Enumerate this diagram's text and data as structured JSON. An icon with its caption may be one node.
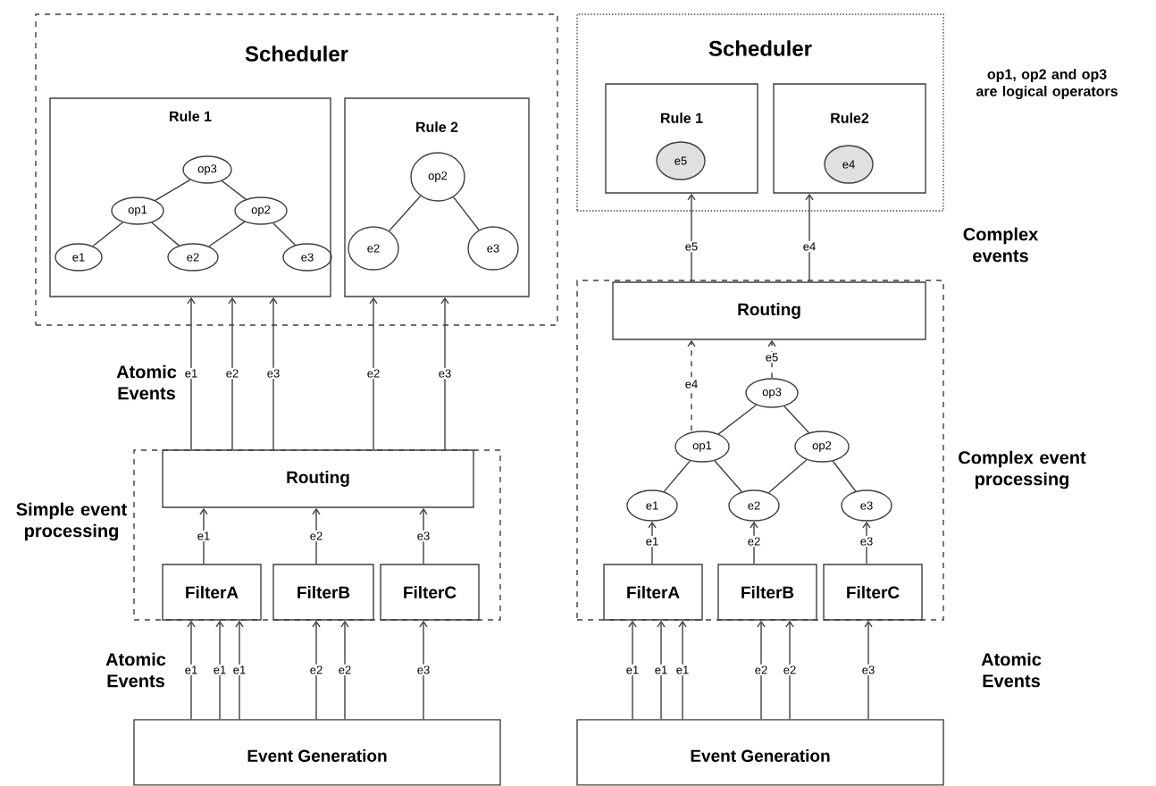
{
  "diagram": {
    "nodes": [
      {
        "text": [
          "Scheduler"
        ]
      },
      {
        "text": [
          "Rule 1"
        ],
        "in": 0
      },
      {
        "text": [
          "op3"
        ],
        "in": 1
      },
      {
        "text": [
          "op1"
        ],
        "in": 1
      },
      {
        "text": [
          "op2"
        ],
        "in": 1
      },
      {
        "text": [
          "e1"
        ],
        "in": 1
      },
      {
        "text": [
          "e2"
        ],
        "in": 1
      },
      {
        "text": [
          "e3"
        ],
        "in": 1
      },
      {
        "text": [
          "Rule 2"
        ],
        "in": 0
      },
      {
        "text": [
          "op2"
        ],
        "in": 8
      },
      {
        "text": [
          "e2"
        ],
        "in": 8
      },
      {
        "text": [
          "e3"
        ],
        "in": 8
      },
      {
        "text": [
          "Simple event processing"
        ]
      },
      {
        "text": [
          "Routing"
        ],
        "in": 12
      },
      {
        "text": [
          "FilterA"
        ],
        "in": 12
      },
      {
        "text": [
          "FilterB"
        ],
        "in": 12
      },
      {
        "text": [
          "FilterC"
        ],
        "in": 12
      },
      {
        "text": [
          "Event Generation"
        ]
      },
      {
        "text": [
          "Scheduler"
        ]
      },
      {
        "text": [
          "Rule 1"
        ],
        "in": 18
      },
      {
        "text": [
          "e5"
        ],
        "in": 19
      },
      {
        "text": [
          "Rule2"
        ],
        "in": 18
      },
      {
        "text": [
          "e4"
        ],
        "in": 21
      },
      {
        "text": [
          "Complex event processing"
        ]
      },
      {
        "text": [
          "Routing"
        ],
        "in": 23
      },
      {
        "text": [
          "op3"
        ],
        "in": 23
      },
      {
        "text": [
          "op1"
        ],
        "in": 23
      },
      {
        "text": [
          "op2"
        ],
        "in": 23
      },
      {
        "text": [
          "e1"
        ],
        "in": 23
      },
      {
        "text": [
          "e2"
        ],
        "in": 23
      },
      {
        "text": [
          "e3"
        ],
        "in": 23
      },
      {
        "text": [
          "FilterA"
        ],
        "in": 23
      },
      {
        "text": [
          "FilterB"
        ],
        "in": 23
      },
      {
        "text": [
          "FilterC"
        ],
        "in": 23
      },
      {
        "text": [
          "Event Generation"
        ]
      }
    ],
    "edges": [
      {
        "from": 2,
        "to": 3,
        "arrow": "none"
      },
      {
        "from": 2,
        "to": 4,
        "arrow": "none"
      },
      {
        "from": 3,
        "to": 5,
        "arrow": "none"
      },
      {
        "from": 3,
        "to": 6,
        "arrow": "none"
      },
      {
        "from": 4,
        "to": 6,
        "arrow": "none"
      },
      {
        "from": 4,
        "to": 7,
        "arrow": "none"
      },
      {
        "from": 9,
        "to": 10,
        "arrow": "none"
      },
      {
        "from": 9,
        "to": 11,
        "arrow": "none"
      },
      {
        "from": 13,
        "to": 1,
        "arrow": "to",
        "label": "e1"
      },
      {
        "from": 13,
        "to": 1,
        "arrow": "to",
        "label": "e2"
      },
      {
        "from": 13,
        "to": 1,
        "arrow": "to",
        "label": "e3"
      },
      {
        "from": 13,
        "to": 8,
        "arrow": "to",
        "label": "e2"
      },
      {
        "from": 13,
        "to": 8,
        "arrow": "to",
        "label": "e3"
      },
      {
        "from": 14,
        "to": 13,
        "arrow": "to",
        "label": "e1"
      },
      {
        "from": 15,
        "to": 13,
        "arrow": "to",
        "label": "e2"
      },
      {
        "from": 16,
        "to": 13,
        "arrow": "to",
        "label": "e3"
      },
      {
        "from": 17,
        "to": 14,
        "arrow": "to",
        "label": "e1"
      },
      {
        "from": 17,
        "to": 14,
        "arrow": "to",
        "label": "e1"
      },
      {
        "from": 17,
        "to": 14,
        "arrow": "to",
        "label": "e1"
      },
      {
        "from": 17,
        "to": 15,
        "arrow": "to",
        "label": "e2"
      },
      {
        "from": 17,
        "to": 15,
        "arrow": "to",
        "label": "e2"
      },
      {
        "from": 17,
        "to": 16,
        "arrow": "to",
        "label": "e3"
      },
      {
        "from": 24,
        "to": 19,
        "arrow": "to",
        "label": "e5"
      },
      {
        "from": 24,
        "to": 21,
        "arrow": "to",
        "label": "e4"
      },
      {
        "from": 25,
        "to": 24,
        "arrow": "to",
        "label": "e5",
        "style": "dashed"
      },
      {
        "from": 26,
        "to": 24,
        "arrow": "to",
        "label": "e4",
        "style": "dashed"
      },
      {
        "from": 25,
        "to": 26,
        "arrow": "none"
      },
      {
        "from": 25,
        "to": 27,
        "arrow": "none"
      },
      {
        "from": 26,
        "to": 28,
        "arrow": "none"
      },
      {
        "from": 26,
        "to": 29,
        "arrow": "none"
      },
      {
        "from": 27,
        "to": 29,
        "arrow": "none"
      },
      {
        "from": 27,
        "to": 30,
        "arrow": "none"
      },
      {
        "from": 31,
        "to": 28,
        "arrow": "to",
        "label": "e1"
      },
      {
        "from": 32,
        "to": 29,
        "arrow": "to",
        "label": "e2"
      },
      {
        "from": 33,
        "to": 30,
        "arrow": "to",
        "label": "e3"
      },
      {
        "from": 34,
        "to": 31,
        "arrow": "to",
        "label": "e1"
      },
      {
        "from": 34,
        "to": 31,
        "arrow": "to",
        "label": "e1"
      },
      {
        "from": 34,
        "to": 31,
        "arrow": "to",
        "label": "e1"
      },
      {
        "from": 34,
        "to": 32,
        "arrow": "to",
        "label": "e2"
      },
      {
        "from": 34,
        "to": 32,
        "arrow": "to",
        "label": "e2"
      },
      {
        "from": 34,
        "to": 33,
        "arrow": "to",
        "label": "e3"
      }
    ],
    "labels": [
      "op1, op2 and op3 are logical operators",
      "Complex events",
      "Atomic Events",
      "Atomic Events",
      "Atomic Events"
    ]
  }
}
